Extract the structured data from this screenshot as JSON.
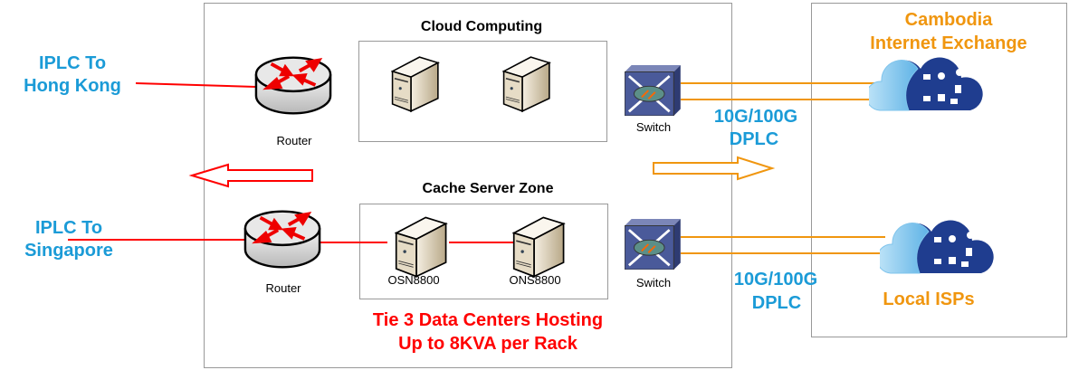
{
  "left": {
    "iplc_hk": [
      "IPLC To",
      "Hong Kong"
    ],
    "iplc_sg": [
      "IPLC To",
      "Singapore"
    ]
  },
  "datacenter": {
    "cloud_title": "Cloud Computing",
    "cache_title": "Cache Server Zone",
    "router_label": "Router",
    "switch_label": "Switch",
    "server1_label": "OSN8800",
    "server2_label": "ONS8800",
    "caption": [
      "Tie 3 Data Centers Hosting",
      "Up to 8KVA per Rack"
    ]
  },
  "links": {
    "top": [
      "10G/100G",
      "DPLC"
    ],
    "bottom": [
      "10G/100G",
      "DPLC"
    ]
  },
  "right": {
    "cix": [
      "Cambodia",
      "Internet Exchange"
    ],
    "isps": "Local ISPs"
  },
  "icons": [
    "router-icon",
    "server-icon",
    "switch-icon",
    "cloud-icon",
    "hollow-arrow-icon"
  ],
  "colors": {
    "blue_text": "#1b9bd7",
    "orange": "#f0960f",
    "red": "#ff0000",
    "switch": "#4a5a9a"
  }
}
